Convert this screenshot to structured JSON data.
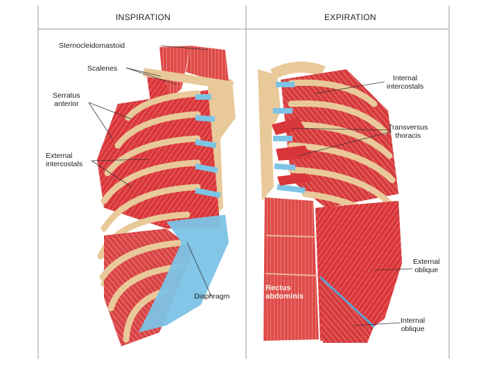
{
  "panels": {
    "left_title": "INSPIRATION",
    "right_title": "EXPIRATION"
  },
  "labels": {
    "sternocleidomastoid": "Sternocleidomastoid",
    "scalenes": "Scalenes",
    "serratus_anterior": "Serratus\nanterior",
    "external_intercostals": "External\nintercostals",
    "diaphragm": "Diaphragm",
    "internal_intercostals": "Internal\nintercostals",
    "transversus_thoracis": "Transversus\nthoracis",
    "rectus_abdominis": "Rectus\nabdominis",
    "external_oblique": "External\noblique",
    "internal_oblique": "Internal\noblique"
  },
  "colors": {
    "muscle": "#d9363b",
    "muscle_light": "#ea6a64",
    "bone": "#e9c99a",
    "cartilage": "#7cc3e6",
    "frame": "#9a9a9a"
  }
}
